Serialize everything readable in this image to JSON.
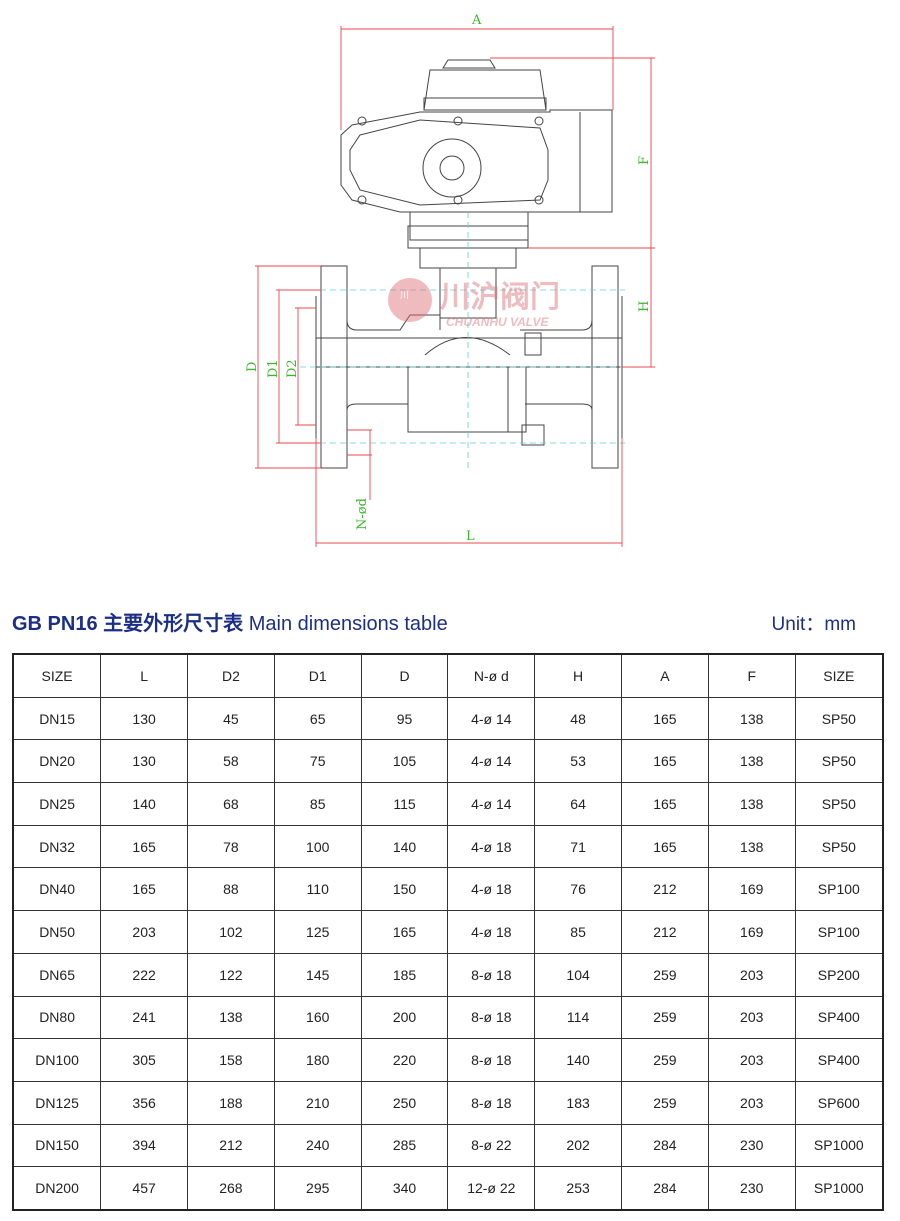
{
  "drawing": {
    "labels": {
      "A": "A",
      "F": "F",
      "H": "H",
      "D": "D",
      "D1": "D1",
      "D2": "D2",
      "L": "L",
      "Nod": "N-ød"
    },
    "logo": {
      "cn": "川沪阀门",
      "en": "CHUANHU VALVE",
      "mark": "川沪"
    },
    "colors": {
      "dimension_line": "#e8474f",
      "dimension_text": "#3cb62c",
      "centerline": "#5fd3d3",
      "outline": "#444444"
    }
  },
  "heading": {
    "code": "GB PN16",
    "cn_title": "主要外形尺寸表",
    "en_title": "Main dimensions table",
    "unit": "Unit：mm"
  },
  "table": {
    "headers": [
      "SIZE",
      "L",
      "D2",
      "D1",
      "D",
      "N-ø d",
      "H",
      "A",
      "F",
      "SIZE"
    ],
    "rows": [
      [
        "DN15",
        "130",
        "45",
        "65",
        "95",
        "4-ø 14",
        "48",
        "165",
        "138",
        "SP50"
      ],
      [
        "DN20",
        "130",
        "58",
        "75",
        "105",
        "4-ø 14",
        "53",
        "165",
        "138",
        "SP50"
      ],
      [
        "DN25",
        "140",
        "68",
        "85",
        "115",
        "4-ø 14",
        "64",
        "165",
        "138",
        "SP50"
      ],
      [
        "DN32",
        "165",
        "78",
        "100",
        "140",
        "4-ø 18",
        "71",
        "165",
        "138",
        "SP50"
      ],
      [
        "DN40",
        "165",
        "88",
        "110",
        "150",
        "4-ø 18",
        "76",
        "212",
        "169",
        "SP100"
      ],
      [
        "DN50",
        "203",
        "102",
        "125",
        "165",
        "4-ø 18",
        "85",
        "212",
        "169",
        "SP100"
      ],
      [
        "DN65",
        "222",
        "122",
        "145",
        "185",
        "8-ø 18",
        "104",
        "259",
        "203",
        "SP200"
      ],
      [
        "DN80",
        "241",
        "138",
        "160",
        "200",
        "8-ø 18",
        "114",
        "259",
        "203",
        "SP400"
      ],
      [
        "DN100",
        "305",
        "158",
        "180",
        "220",
        "8-ø 18",
        "140",
        "259",
        "203",
        "SP400"
      ],
      [
        "DN125",
        "356",
        "188",
        "210",
        "250",
        "8-ø 18",
        "183",
        "259",
        "203",
        "SP600"
      ],
      [
        "DN150",
        "394",
        "212",
        "240",
        "285",
        "8-ø 22",
        "202",
        "284",
        "230",
        "SP1000"
      ],
      [
        "DN200",
        "457",
        "268",
        "295",
        "340",
        "12-ø 22",
        "253",
        "284",
        "230",
        "SP1000"
      ]
    ]
  }
}
